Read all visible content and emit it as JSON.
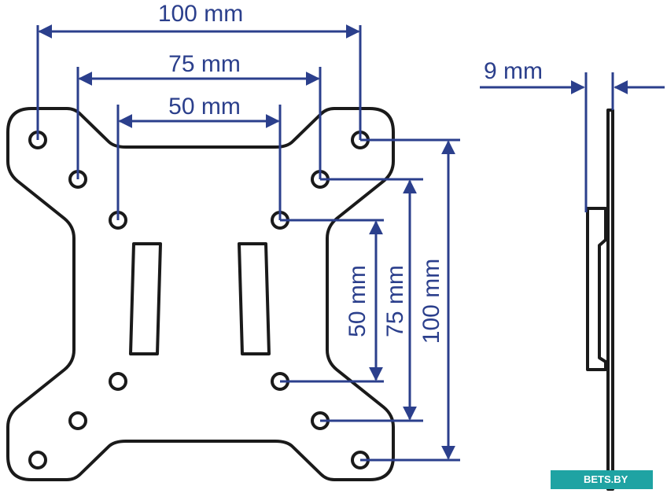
{
  "labels": {
    "h_100": "100 mm",
    "h_75": "75 mm",
    "h_50": "50 mm",
    "v_50": "50 mm",
    "v_75": "75 mm",
    "v_100": "100 mm",
    "side_thickness": "9 mm"
  },
  "watermark": "BETS.BY",
  "colors": {
    "dimension": "#2b3f8c",
    "outline": "#1a1a1a",
    "watermark_bg": "#1fa3a3"
  }
}
